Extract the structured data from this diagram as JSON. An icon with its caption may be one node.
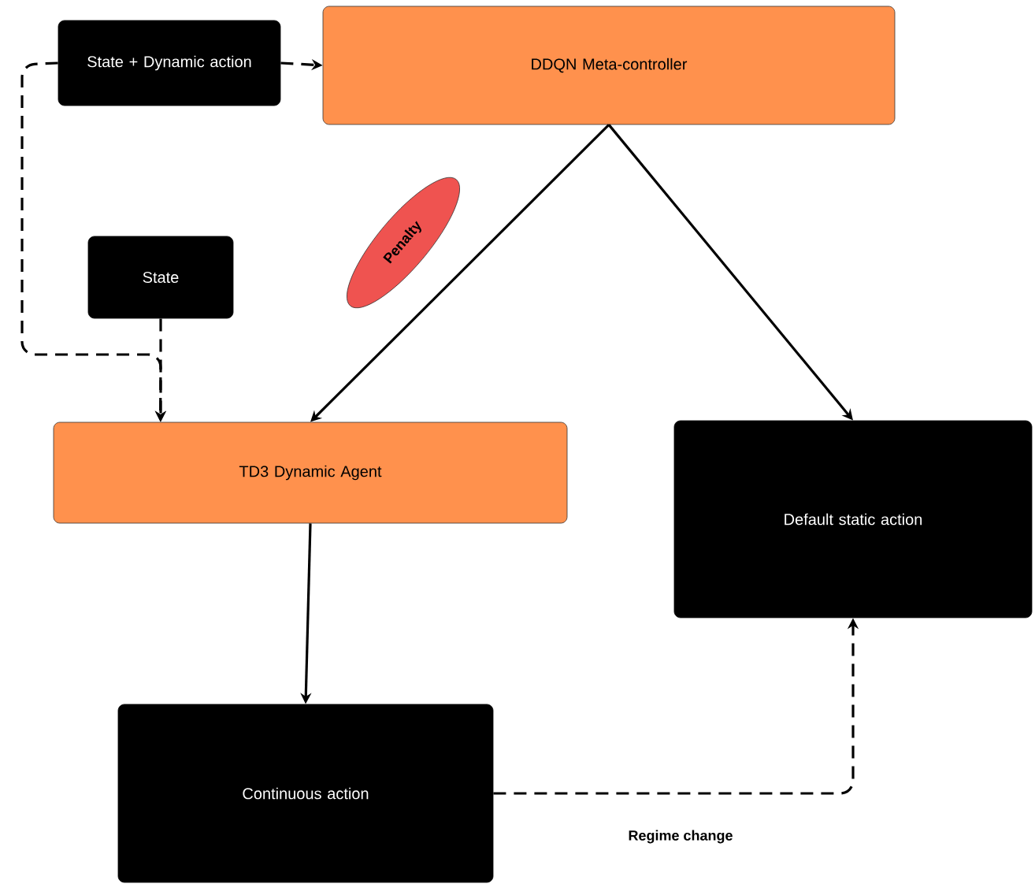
{
  "diagram": {
    "nodes": [
      {
        "text": [
          "State + Dynamic action"
        ]
      },
      {
        "text": [
          "DDQN Meta-controller"
        ]
      },
      {
        "text": [
          "State"
        ]
      },
      {
        "text": [
          "TD3 Dynamic Agent"
        ]
      },
      {
        "text": [
          "Default static action"
        ]
      },
      {
        "text": [
          "Continuous action"
        ]
      },
      {
        "text": [
          "Penalty"
        ]
      }
    ],
    "edges": [
      {
        "from": 0,
        "to": 1,
        "arrow": "to",
        "style": "dashed"
      },
      {
        "from": 0,
        "to": 3,
        "arrow": "to",
        "style": "dashed"
      },
      {
        "from": 2,
        "to": 3,
        "arrow": "to",
        "style": "dashed"
      },
      {
        "from": 1,
        "to": 3,
        "arrow": "to"
      },
      {
        "from": 1,
        "to": 4,
        "arrow": "to"
      },
      {
        "from": 3,
        "to": 5,
        "arrow": "to"
      },
      {
        "from": 5,
        "to": 4,
        "arrow": "to",
        "style": "dashed",
        "label": "Regime change"
      }
    ]
  }
}
